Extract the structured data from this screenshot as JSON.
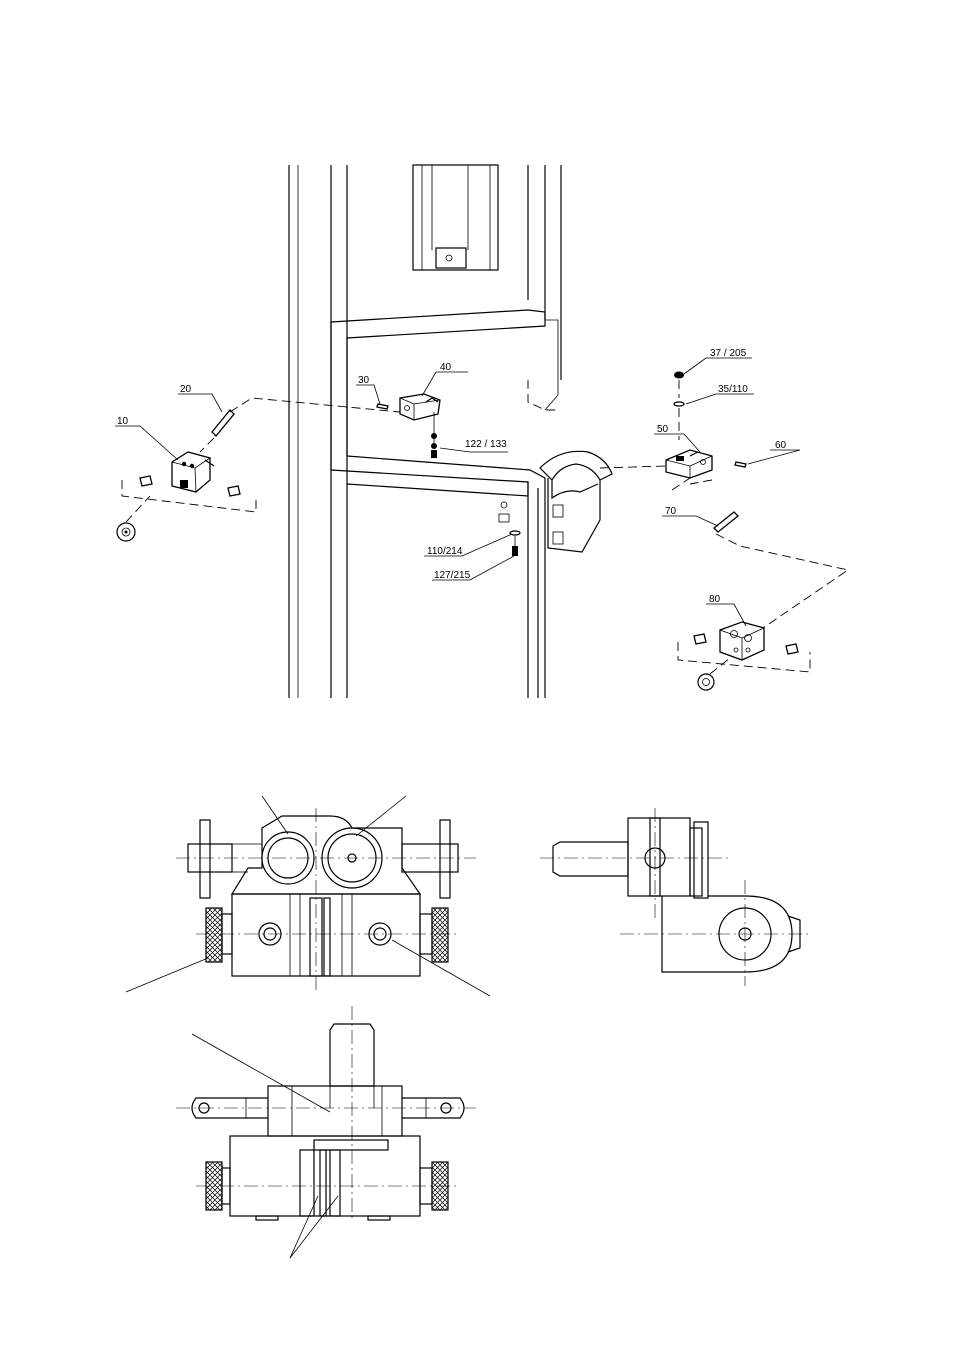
{
  "labels": {
    "p10": "10",
    "p20": "20",
    "p30": "30",
    "p40": "40",
    "p50": "50",
    "p60": "60",
    "p70": "70",
    "p80": "80",
    "p37_205": "37 / 205",
    "p35_110": "35/110",
    "p122_133": "122 / 133",
    "p110_214": "110/214",
    "p127_215": "127/215"
  },
  "colors": {
    "ink": "#000000",
    "paper": "#ffffff"
  }
}
